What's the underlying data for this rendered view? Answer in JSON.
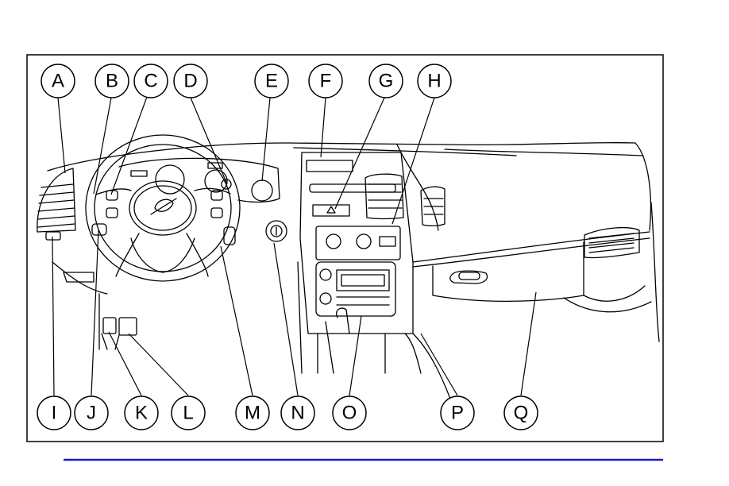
{
  "diagram": {
    "subject": "instrument-panel-illustration",
    "callouts": {
      "top": [
        {
          "key": "A",
          "label": "A"
        },
        {
          "key": "B",
          "label": "B"
        },
        {
          "key": "C",
          "label": "C"
        },
        {
          "key": "D",
          "label": "D"
        },
        {
          "key": "E",
          "label": "E"
        },
        {
          "key": "F",
          "label": "F"
        },
        {
          "key": "G",
          "label": "G"
        },
        {
          "key": "H",
          "label": "H"
        }
      ],
      "bottom": [
        {
          "key": "I",
          "label": "I"
        },
        {
          "key": "J",
          "label": "J"
        },
        {
          "key": "K",
          "label": "K"
        },
        {
          "key": "L",
          "label": "L"
        },
        {
          "key": "M",
          "label": "M"
        },
        {
          "key": "N",
          "label": "N"
        },
        {
          "key": "O",
          "label": "O"
        },
        {
          "key": "P",
          "label": "P"
        },
        {
          "key": "Q",
          "label": "Q"
        }
      ]
    },
    "colors": {
      "line": "#000000",
      "footer_rule": "#1a1acc",
      "background": "#ffffff"
    }
  }
}
